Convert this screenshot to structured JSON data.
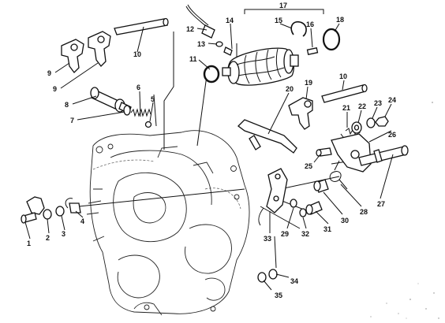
{
  "callouts": [
    "1",
    "2",
    "3",
    "4",
    "5",
    "6",
    "7",
    "8",
    "9",
    "9",
    "10",
    "10",
    "11",
    "12",
    "13",
    "14",
    "15",
    "16",
    "17",
    "18",
    "19",
    "20",
    "21",
    "22",
    "23",
    "24",
    "25",
    "26",
    "27",
    "28",
    "29",
    "30",
    "31",
    "32",
    "33",
    "34",
    "35"
  ]
}
